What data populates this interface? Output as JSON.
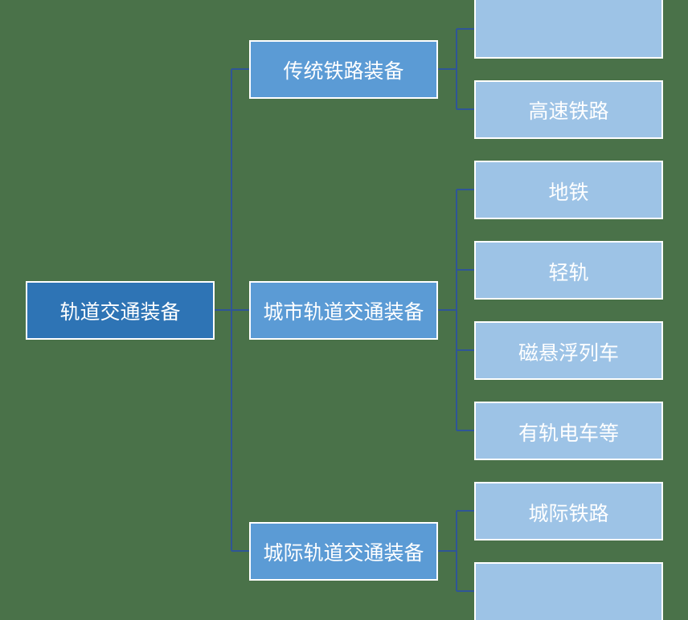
{
  "root": {
    "label": "轨道交通装备"
  },
  "categories": [
    {
      "label": "传统铁路装备",
      "children": [
        "",
        "高速铁路"
      ]
    },
    {
      "label": "城市轨道交通装备",
      "children": [
        "地铁",
        "轻轨",
        "磁悬浮列车",
        "有轨电车等"
      ]
    },
    {
      "label": "城际轨道交通装备",
      "children": [
        "城际铁路",
        ""
      ]
    }
  ],
  "colors": {
    "background": "#4a7249",
    "root": "#2e74b5",
    "category": "#5b9bd5",
    "leaf": "#9dc3e6",
    "connector": "#2f5597"
  }
}
